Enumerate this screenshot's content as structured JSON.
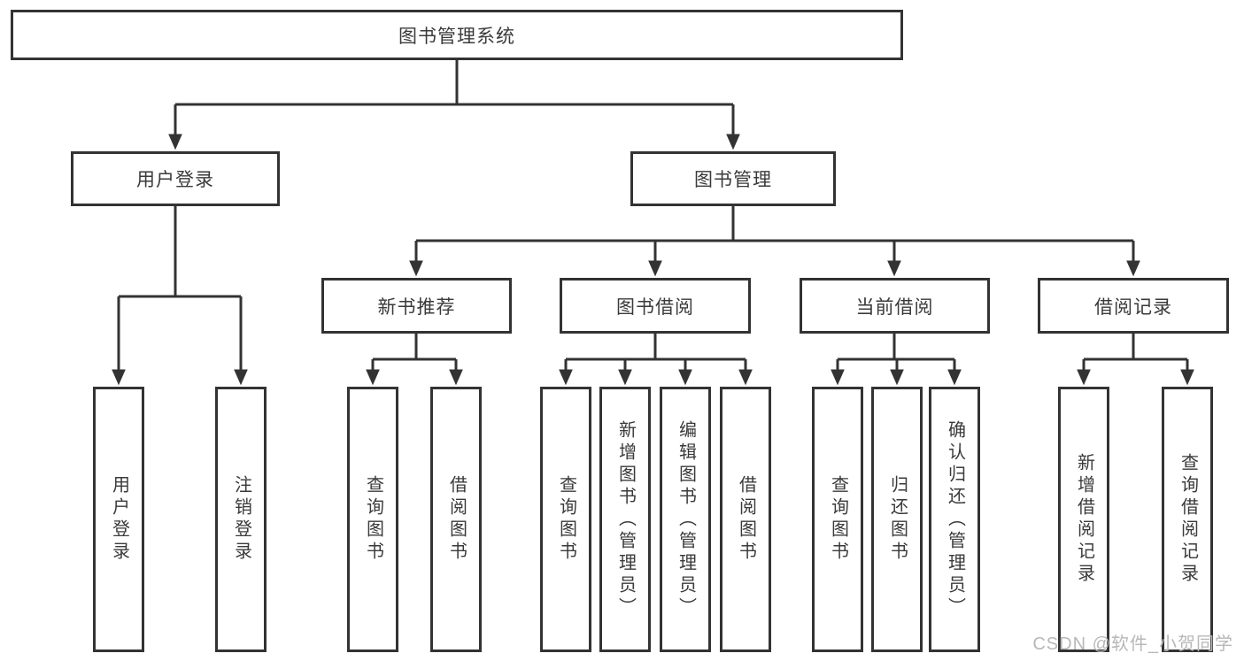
{
  "nodes": {
    "root": "图书管理系统",
    "l2": [
      "用户登录",
      "图书管理"
    ],
    "l3": [
      "新书推荐",
      "图书借阅",
      "当前借阅",
      "借阅记录"
    ],
    "l4_g1": [
      "用户登录",
      "注销登录"
    ],
    "l4_g2": [
      "查询图书",
      "借阅图书"
    ],
    "l4_g3": [
      "查询图书",
      "新增图书（管理员）",
      "编辑图书（管理员）",
      "借阅图书"
    ],
    "l4_g4": [
      "查询图书",
      "归还图书",
      "确认归还（管理员）"
    ],
    "l4_g5": [
      "新增借阅记录",
      "查询借阅记录"
    ]
  },
  "watermark": "CSDN @软件_小贺同学",
  "colors": {
    "border": "#333333",
    "line": "#333333",
    "text": "#3a3a3a",
    "background": "#ffffff",
    "watermark": "#b8b8b8"
  }
}
